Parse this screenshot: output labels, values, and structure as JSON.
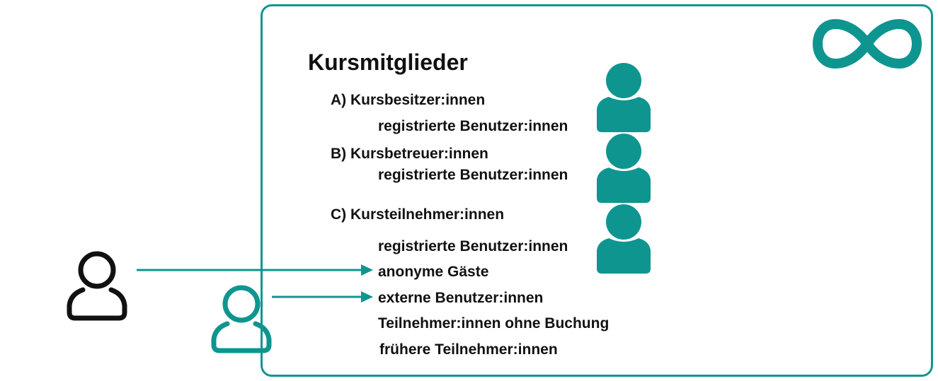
{
  "diagram": {
    "title": "Kursmitglieder",
    "accent_color": "#0f9590",
    "logo": "infinity-icon",
    "sections": [
      {
        "label": "A) Kursbesitzer:innen",
        "items": [
          "registrierte Benutzer:innen"
        ]
      },
      {
        "label": "B) Kursbetreuer:innen",
        "items": [
          "registrierte Benutzer:innen"
        ]
      },
      {
        "label": "C) Kursteilnehmer:innen",
        "items": [
          "registrierte Benutzer:innen",
          "anonyme Gäste",
          "externe Benutzer:innen",
          "Teilnehmer:innen ohne Buchung",
          "frühere Teilnehmer:innen"
        ]
      }
    ],
    "external_actors": [
      {
        "icon": "user-outline-black-icon",
        "points_to": "anonyme Gäste"
      },
      {
        "icon": "user-outline-teal-icon",
        "points_to": "externe Benutzer:innen"
      }
    ],
    "member_icons": [
      "user-filled-icon",
      "user-filled-icon",
      "user-filled-icon"
    ]
  }
}
